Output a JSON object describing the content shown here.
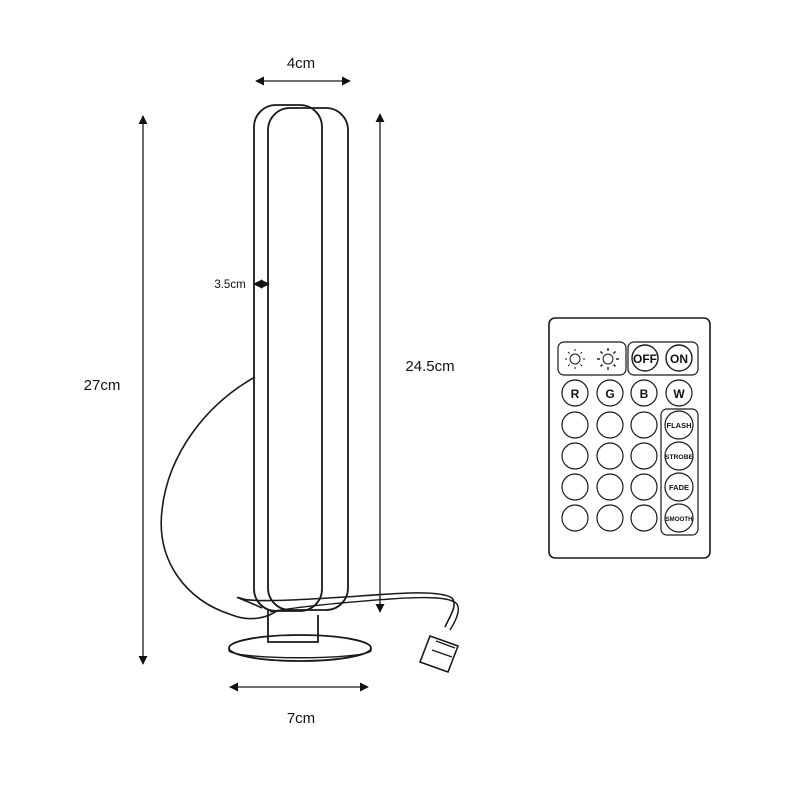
{
  "dimensions": {
    "top_width": "4cm",
    "total_height": "27cm",
    "depth": "3.5cm",
    "body_height": "24.5cm",
    "base_width": "7cm"
  },
  "remote": {
    "brightness_up_icon": "brightness-up-icon",
    "brightness_down_icon": "brightness-down-icon",
    "power_buttons": [
      "OFF",
      "ON"
    ],
    "color_buttons": [
      "R",
      "G",
      "B",
      "W"
    ],
    "mode_buttons": [
      "FLASH",
      "STROBE",
      "FADE",
      "SMOOTH"
    ]
  }
}
